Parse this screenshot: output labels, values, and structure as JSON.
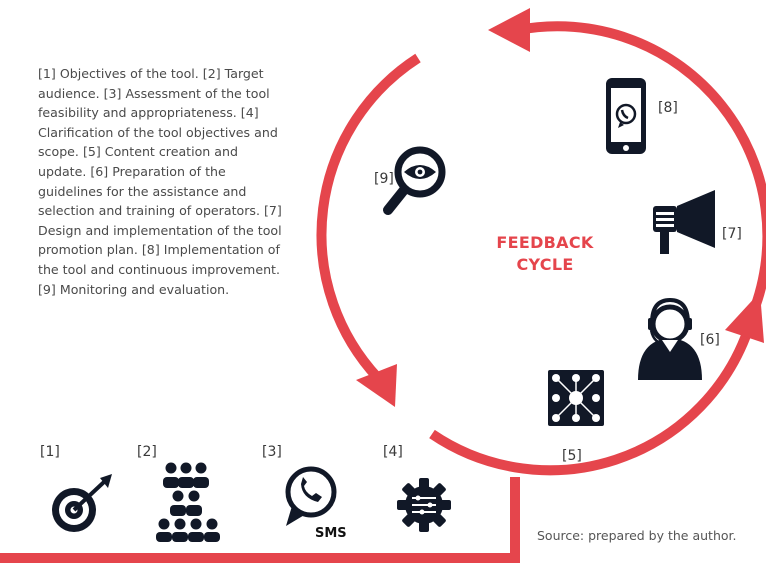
{
  "description": "[1] Objectives of the tool. [2] Target audience. [3] Assessment of the tool feasibility and appropriateness. [4] Clarification of the tool objectives and scope. [5] Content creation and update. [6] Preparation of the guidelines for the assistance and selection and training of operators. [7] Design and implementation of the tool promotion plan. [8] Implementation of the tool and continuous improvement. [9] Monitoring and evaluation.",
  "cycle": {
    "line1": "FEEDBACK",
    "line2": "CYCLE"
  },
  "steps": [
    {
      "label": "[1]",
      "icon": "target-icon"
    },
    {
      "label": "[2]",
      "icon": "audience-icon"
    },
    {
      "label": "[3]",
      "icon": "whatsapp-sms-icon",
      "caption": "SMS"
    },
    {
      "label": "[4]",
      "icon": "gear-icon"
    },
    {
      "label": "[5]",
      "icon": "content-network-icon"
    },
    {
      "label": "[6]",
      "icon": "operator-headset-icon"
    },
    {
      "label": "[7]",
      "icon": "megaphone-icon"
    },
    {
      "label": "[8]",
      "icon": "smartphone-icon"
    },
    {
      "label": "[9]",
      "icon": "magnifier-eye-icon"
    }
  ],
  "source": "Source: prepared by the author.",
  "colors": {
    "accent": "#e5454c",
    "icon": "#111827",
    "text": "#4a4a4a"
  }
}
